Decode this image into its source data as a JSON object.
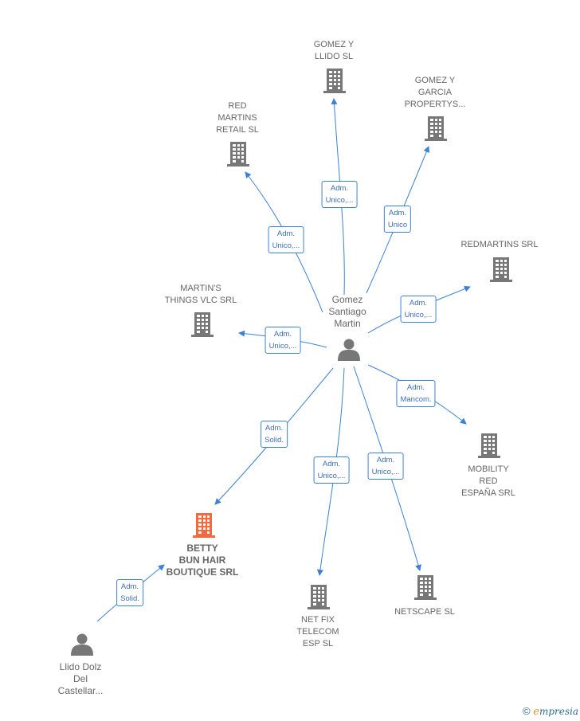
{
  "colors": {
    "edge": "#3b82d6",
    "building": "#777777",
    "focus": "#f26a3d",
    "person": "#777777"
  },
  "nodes": {
    "gomez_y_lido": {
      "lines": [
        "GOMEZ Y",
        "LLIDO  SL"
      ]
    },
    "gomez_y_garcia": {
      "lines": [
        "GOMEZ Y",
        "GARCIA",
        "PROPERTYS..."
      ]
    },
    "red_martins": {
      "lines": [
        "RED",
        "MARTINS",
        "RETAIL  SL"
      ]
    },
    "redmartins": {
      "lines": [
        "REDMARTINS SRL"
      ]
    },
    "martins_things": {
      "lines": [
        "MARTIN'S",
        "THINGS VLC SRL"
      ]
    },
    "gomez_santiago": {
      "lines": [
        "Gomez",
        "Santiago",
        "Martin"
      ]
    },
    "mobility": {
      "lines": [
        "MOBILITY",
        "RED",
        "ESPAÑA SRL"
      ]
    },
    "betty": {
      "lines": [
        "BETTY",
        "BUN HAIR",
        "BOUTIQUE SRL"
      ]
    },
    "net_fix": {
      "lines": [
        "NET FIX",
        "TELECOM",
        "ESP  SL"
      ]
    },
    "netscape": {
      "lines": [
        "NETSCAPE  SL"
      ]
    },
    "llido_dolz": {
      "lines": [
        "Llido Dolz",
        "Del",
        "Castellar..."
      ]
    }
  },
  "edges": {
    "e1": {
      "lines": [
        "Adm.",
        "Unico,..."
      ]
    },
    "e2": {
      "lines": [
        "Adm.",
        "Unico"
      ]
    },
    "e3": {
      "lines": [
        "Adm.",
        "Unico,..."
      ]
    },
    "e4": {
      "lines": [
        "Adm.",
        "Unico,..."
      ]
    },
    "e5": {
      "lines": [
        "Adm.",
        "Unico,..."
      ]
    },
    "e6": {
      "lines": [
        "Adm.",
        "Mancom."
      ]
    },
    "e7": {
      "lines": [
        "Adm.",
        "Solid."
      ]
    },
    "e8": {
      "lines": [
        "Adm.",
        "Unico,..."
      ]
    },
    "e9": {
      "lines": [
        "Adm.",
        "Unico,..."
      ]
    },
    "e10": {
      "lines": [
        "Adm.",
        "Solid."
      ]
    }
  },
  "footer": {
    "copyright": "©",
    "brand_e": "e",
    "brand_rest": "mpresia"
  }
}
